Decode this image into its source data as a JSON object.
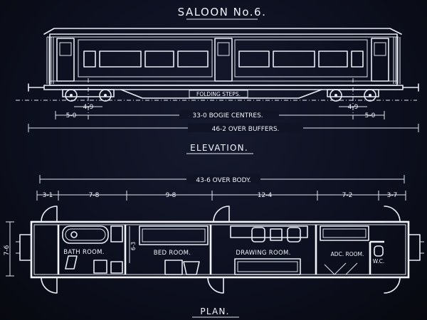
{
  "title": "SALOON No.6.",
  "elevation": {
    "heading": "ELEVATION.",
    "folding_steps": "FOLDING STEPS.",
    "dims": {
      "left_outer": "5-0",
      "left_inner": "4-9",
      "bogie_centres": "33-0 BOGIE CENTRES.",
      "right_inner": "4-9",
      "right_outer": "5-0",
      "over_buffers": "46-2 OVER BUFFERS."
    }
  },
  "plan": {
    "heading": "PLAN.",
    "over_body": "43-6 OVER BODY.",
    "segments": [
      "3-1",
      "7-8",
      "9-8",
      "12-4",
      "7-2",
      "3-7"
    ],
    "width_dim": "7-6",
    "inner_dim": "6-3",
    "rooms": {
      "bath": "BATH ROOM.",
      "bed": "BED ROOM.",
      "drawing": "DRAWING ROOM.",
      "adc": "ADC. ROOM.",
      "wc": "W.C."
    }
  }
}
